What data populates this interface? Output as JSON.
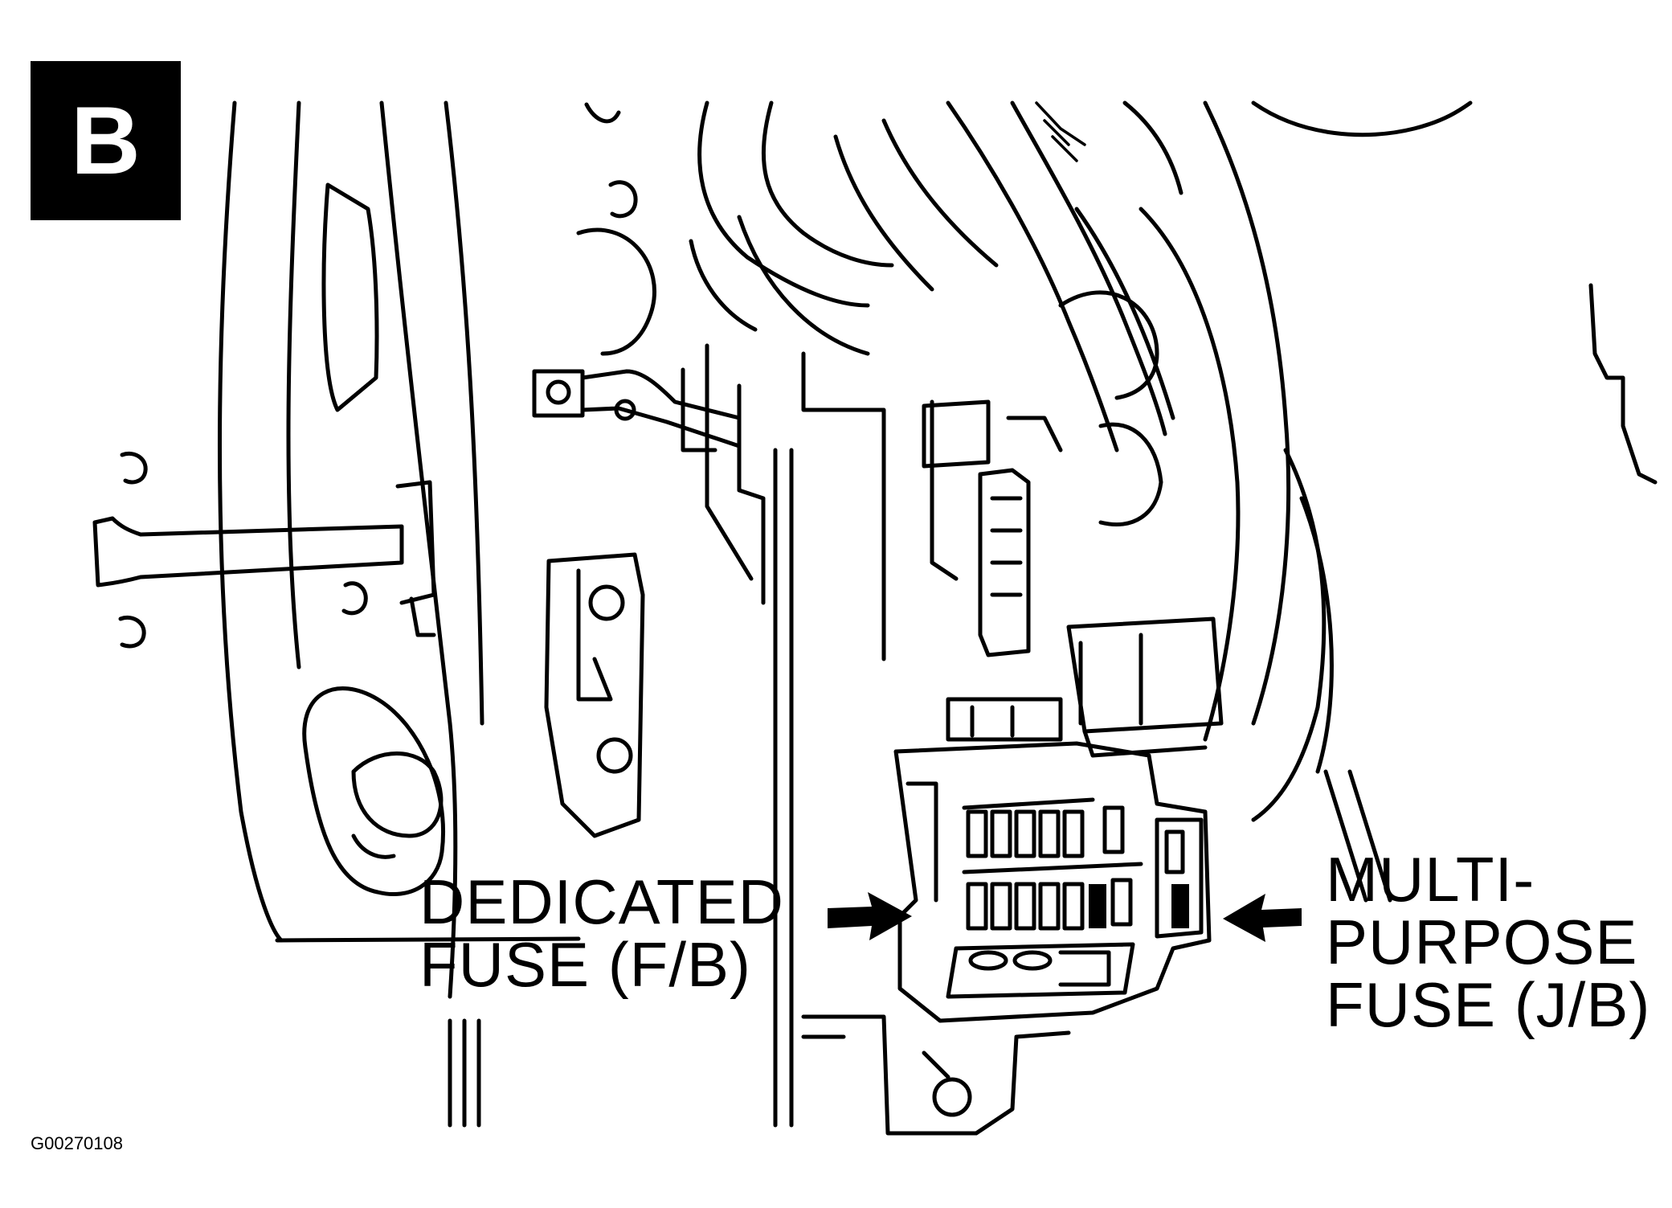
{
  "panel": {
    "letter": "B"
  },
  "callouts": {
    "dedicated": {
      "lines": [
        "DEDICATED",
        "FUSE (F/B)"
      ]
    },
    "multi_purpose": {
      "lines": [
        "MULTI-",
        "PURPOSE",
        "FUSE (J/B)"
      ]
    }
  },
  "figure_id": "G00270108",
  "icons": [
    "arrow-right-icon",
    "arrow-left-icon"
  ],
  "colors": {
    "ink": "#000000",
    "paper": "#ffffff"
  }
}
